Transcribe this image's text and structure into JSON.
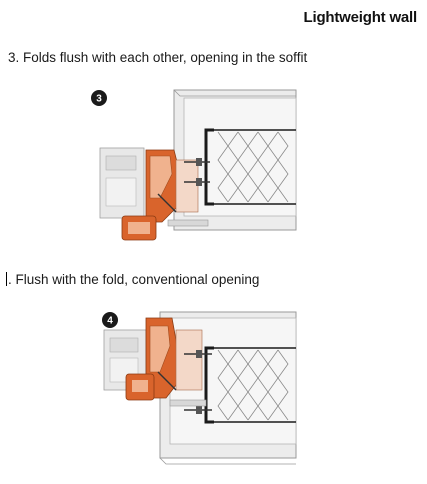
{
  "document": {
    "title": "Lightweight wall",
    "sections": [
      {
        "caption": "3. Folds flush with each other, opening in the soffit",
        "badge": "3",
        "figure_icon": "window-frame-section-drawing"
      },
      {
        "caption": ". Flush with the fold, conventional opening",
        "badge": "4",
        "figure_icon": "window-frame-section-drawing"
      }
    ]
  },
  "colors": {
    "frame_orange": "#d9642c",
    "frame_orange_light": "#f0b28e",
    "wall_grey": "#e6e6e6",
    "wall_outline": "#9a9a9a",
    "stud_black": "#1a1a1a"
  }
}
